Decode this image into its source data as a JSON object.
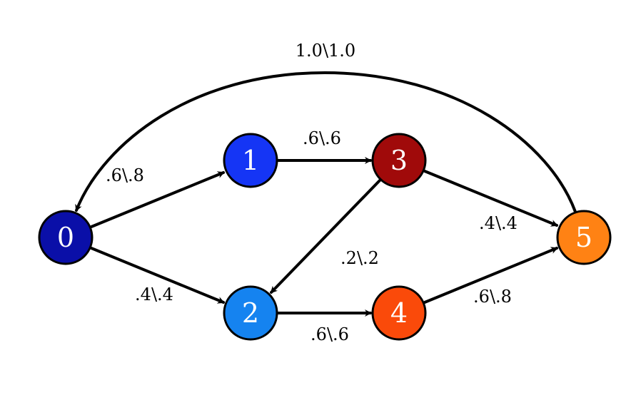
{
  "nodes": [
    {
      "id": "0",
      "label": "0",
      "color": "#0a0fa8"
    },
    {
      "id": "1",
      "label": "1",
      "color": "#1535f5"
    },
    {
      "id": "2",
      "label": "2",
      "color": "#1583f0"
    },
    {
      "id": "3",
      "label": "3",
      "color": "#a00a0a"
    },
    {
      "id": "4",
      "label": "4",
      "color": "#fa4a0a"
    },
    {
      "id": "5",
      "label": "5",
      "color": "#ff8214"
    }
  ],
  "edges": [
    {
      "from": "0",
      "to": "1",
      "label": ".6\\.8"
    },
    {
      "from": "0",
      "to": "2",
      "label": ".4\\.4"
    },
    {
      "from": "1",
      "to": "3",
      "label": ".6\\.6"
    },
    {
      "from": "3",
      "to": "2",
      "label": ".2\\.2"
    },
    {
      "from": "2",
      "to": "4",
      "label": ".6\\.6"
    },
    {
      "from": "3",
      "to": "5",
      "label": ".4\\.4"
    },
    {
      "from": "4",
      "to": "5",
      "label": ".6\\.8"
    },
    {
      "from": "5",
      "to": "0",
      "label": "1.0\\1.0"
    }
  ]
}
